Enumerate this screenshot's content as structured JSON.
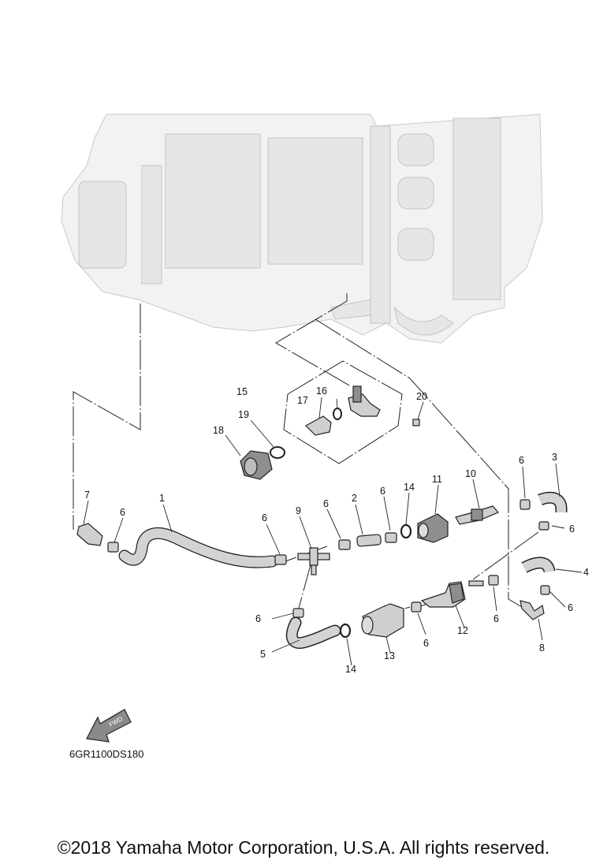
{
  "diagram": {
    "callouts": [
      {
        "id": "c1",
        "text": "1"
      },
      {
        "id": "c2",
        "text": "2"
      },
      {
        "id": "c3",
        "text": "3"
      },
      {
        "id": "c4",
        "text": "4"
      },
      {
        "id": "c5",
        "text": "5"
      },
      {
        "id": "c6a",
        "text": "6"
      },
      {
        "id": "c6b",
        "text": "6"
      },
      {
        "id": "c6c",
        "text": "6"
      },
      {
        "id": "c6d",
        "text": "6"
      },
      {
        "id": "c6e",
        "text": "6"
      },
      {
        "id": "c6f",
        "text": "6"
      },
      {
        "id": "c6g",
        "text": "6"
      },
      {
        "id": "c6h",
        "text": "6"
      },
      {
        "id": "c6i",
        "text": "6"
      },
      {
        "id": "c6j",
        "text": "6"
      },
      {
        "id": "c7",
        "text": "7"
      },
      {
        "id": "c8",
        "text": "8"
      },
      {
        "id": "c9",
        "text": "9"
      },
      {
        "id": "c10",
        "text": "10"
      },
      {
        "id": "c11",
        "text": "11"
      },
      {
        "id": "c12",
        "text": "12"
      },
      {
        "id": "c13",
        "text": "13"
      },
      {
        "id": "c14a",
        "text": "14"
      },
      {
        "id": "c14b",
        "text": "14"
      },
      {
        "id": "c15",
        "text": "15"
      },
      {
        "id": "c16",
        "text": "16"
      },
      {
        "id": "c17",
        "text": "17"
      },
      {
        "id": "c18",
        "text": "18"
      },
      {
        "id": "c19",
        "text": "19"
      },
      {
        "id": "c20",
        "text": "20"
      }
    ],
    "fwd_label": "FWD",
    "diagram_code": "6GR1100DS180"
  },
  "footer": {
    "copyright": "©2018 Yamaha Motor Corporation, U.S.A. All rights reserved."
  }
}
